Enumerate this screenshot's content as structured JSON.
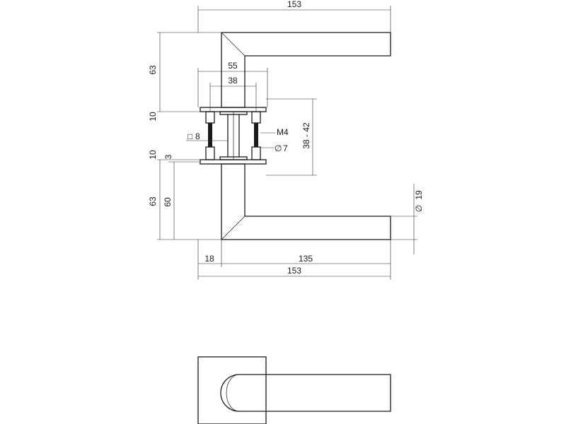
{
  "dimensions": {
    "total_width_top": "153",
    "lever_height_top": "63",
    "rose_width_outer": "55",
    "rose_width_inner": "38",
    "rose_thickness_top": "10",
    "square_spindle": "8",
    "screw_thread": "M4",
    "screw_diameter": "7",
    "door_thickness_range": "38 - 42",
    "rose_thickness_bottom": "10",
    "rose_offset": "3",
    "lever_height_bottom": "63",
    "lever_reach": "60",
    "grip_diameter": "19",
    "neck_offset": "18",
    "grip_length": "135",
    "total_width_bottom": "153"
  },
  "symbols": {
    "square": "□",
    "diameter": "∅"
  }
}
